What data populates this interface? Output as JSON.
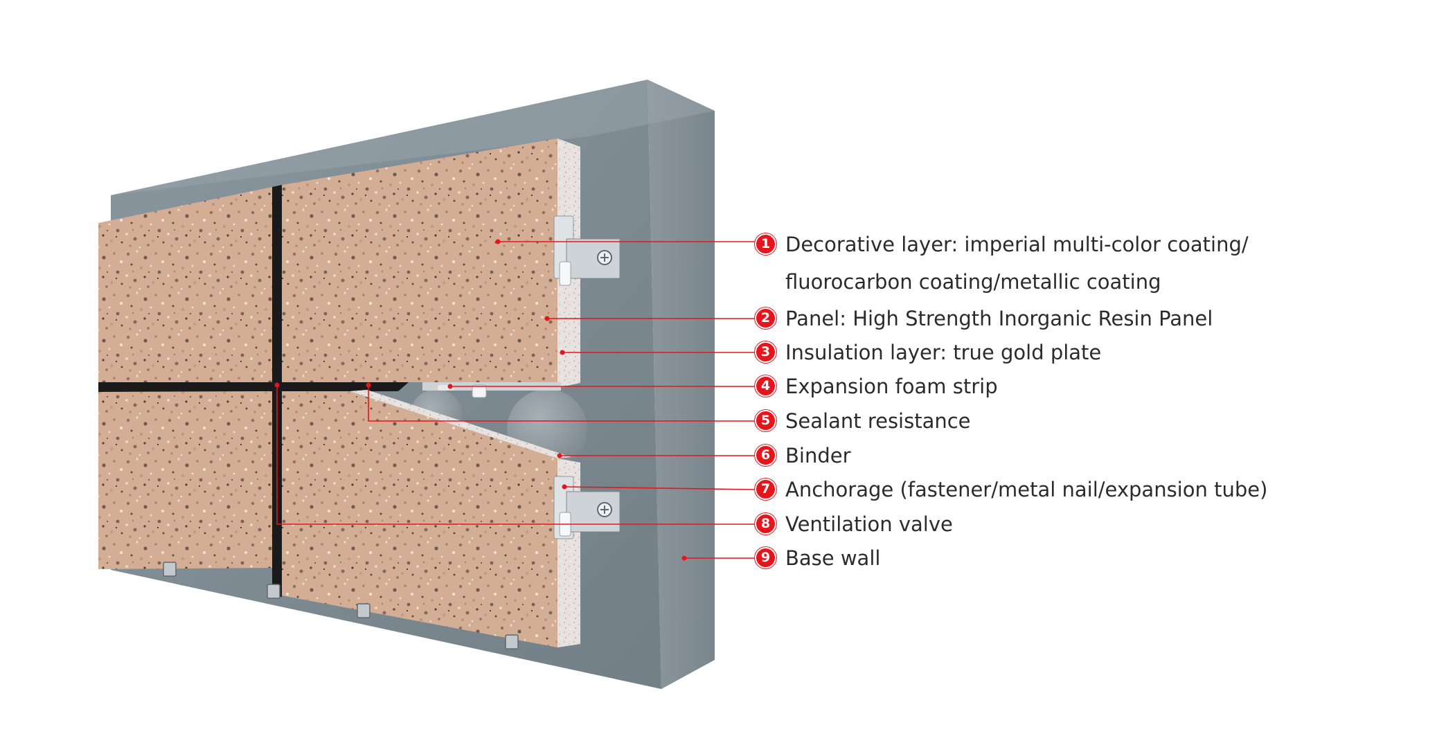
{
  "legend": {
    "items": [
      {
        "number": "1",
        "lines": [
          "Decorative layer: imperial multi-color coating/",
          "fluorocarbon coating/metallic coating"
        ]
      },
      {
        "number": "2",
        "lines": [
          "Panel: High Strength Inorganic Resin Panel"
        ]
      },
      {
        "number": "3",
        "lines": [
          "Insulation layer: true gold plate"
        ]
      },
      {
        "number": "4",
        "lines": [
          "Expansion foam strip"
        ]
      },
      {
        "number": "5",
        "lines": [
          "Sealant resistance"
        ]
      },
      {
        "number": "6",
        "lines": [
          "Binder"
        ]
      },
      {
        "number": "7",
        "lines": [
          "Anchorage (fastener/metal nail/expansion tube)"
        ]
      },
      {
        "number": "8",
        "lines": [
          "Ventilation valve"
        ]
      },
      {
        "number": "9",
        "lines": [
          "Base wall"
        ]
      }
    ]
  },
  "colors": {
    "accent": "#e8141c",
    "base_wall": "#7f8c94",
    "panel_stone": "#d3ab93",
    "joint": "#1a1a1a",
    "insulation": "#e6e2e0",
    "label_text": "#2b2b2b"
  }
}
